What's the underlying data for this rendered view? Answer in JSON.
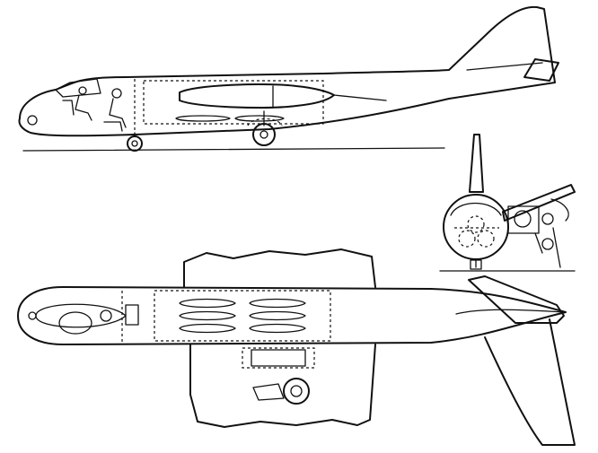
{
  "drawing": {
    "views": [
      "side-view",
      "front-view",
      "top-view"
    ],
    "line_color": "#111111",
    "background": "#ffffff"
  }
}
